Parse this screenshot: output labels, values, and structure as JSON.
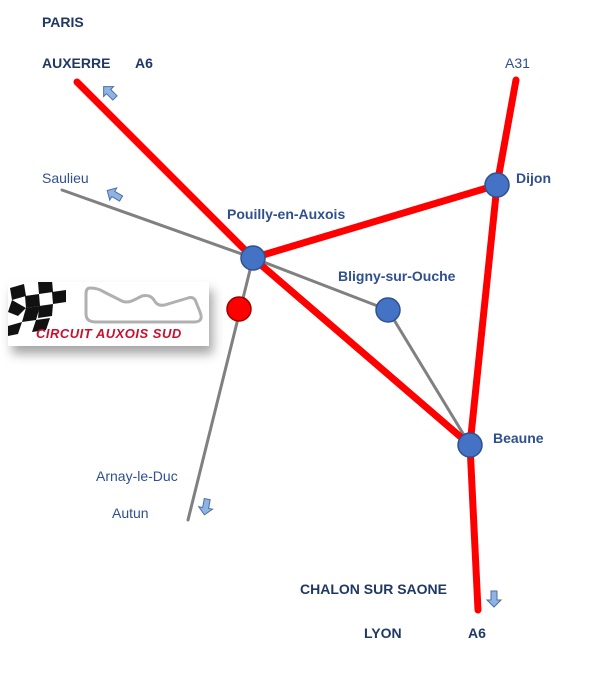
{
  "labels": {
    "paris": "PARIS",
    "auxerre": "AUXERRE",
    "a6_north": "A6",
    "a31": "A31",
    "saulieu": "Saulieu",
    "dijon": "Dijon",
    "pouilly": "Pouilly-en-Auxois",
    "bligny": "Bligny-sur-Ouche",
    "beaune": "Beaune",
    "arnay": "Arnay-le-Duc",
    "autun": "Autun",
    "chalon": "CHALON SUR SAONE",
    "lyon": "LYON",
    "a6_south": "A6"
  },
  "logo": {
    "text": "CIRCUIT AUXOIS SUD"
  },
  "colors": {
    "motorway": "#ff0000",
    "road": "#808080",
    "node": "#4472c4",
    "node_stroke": "#2f528f",
    "circuit_node": "#ff0000",
    "arrow_fill": "#8fb4e3",
    "arrow_stroke": "#4a6fa5"
  },
  "icons": [
    "direction-arrow-icon",
    "checkered-flag-icon",
    "circuit-track-icon"
  ]
}
